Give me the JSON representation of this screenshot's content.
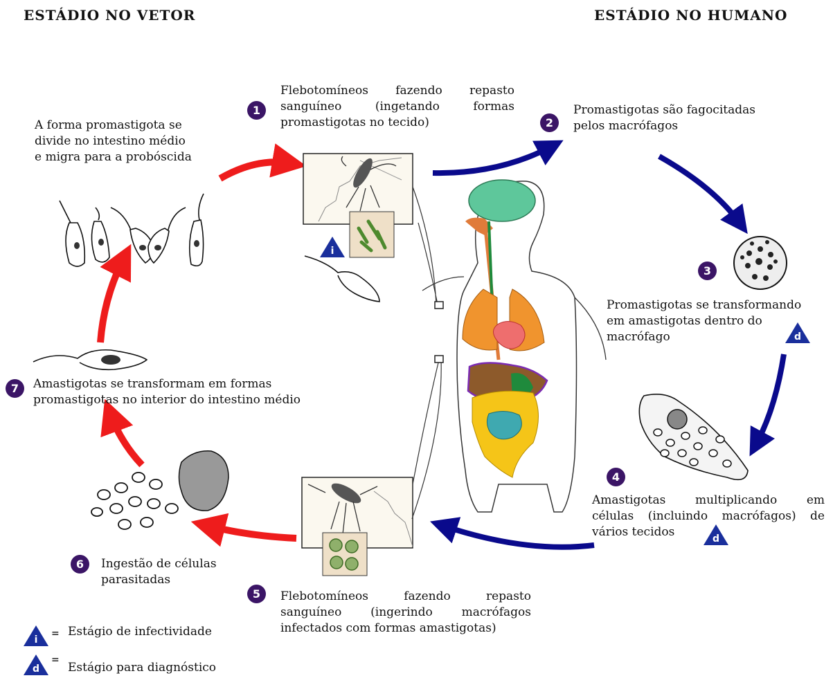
{
  "header": {
    "vector": "ESTÁDIO NO VETOR",
    "human": "ESTÁDIO NO HUMANO"
  },
  "steps": [
    {
      "n": "1",
      "lines": [
        "Flebotomíneos fazendo repasto",
        "sanguíneo (ingetando formas",
        "promastigotas no tecido)"
      ]
    },
    {
      "n": "2",
      "lines": [
        "Promastigotas são fagocitadas",
        "pelos macrófagos"
      ]
    },
    {
      "n": "3",
      "lines": [
        "Promastigotas se transformando",
        "em amastigotas dentro do",
        "macrófago"
      ]
    },
    {
      "n": "4",
      "lines": [
        "Amastigotas multiplicando em",
        "células (incluindo macrófagos) de",
        "vários tecidos"
      ]
    },
    {
      "n": "5",
      "lines": [
        "Flebotomíneos fazendo repasto",
        "sanguíneo (ingerindo macrófagos",
        "infectados com formas amastigotas)"
      ]
    },
    {
      "n": "6",
      "lines": [
        "Ingestão de células",
        "parasitadas"
      ]
    },
    {
      "n": "7",
      "lines": [
        "Amastigotas se transformam em formas",
        "promastigotas no interior do intestino médio"
      ]
    }
  ],
  "promastigote_note": [
    "A forma promastigota se",
    "divide no intestino médio",
    "e migra para a probóscida"
  ],
  "markers": {
    "infective": "i",
    "diagnostic": "d"
  },
  "legend": {
    "equals": "=",
    "infective_label": "Estágio de infectividade",
    "diagnostic_label": "Estágio para diagnóstico"
  },
  "colors": {
    "vector_arrows": "#ee1c1c",
    "human_arrows": "#0a0a8c",
    "step_badge": "#3b1566",
    "marker": "#1a2f9c"
  }
}
